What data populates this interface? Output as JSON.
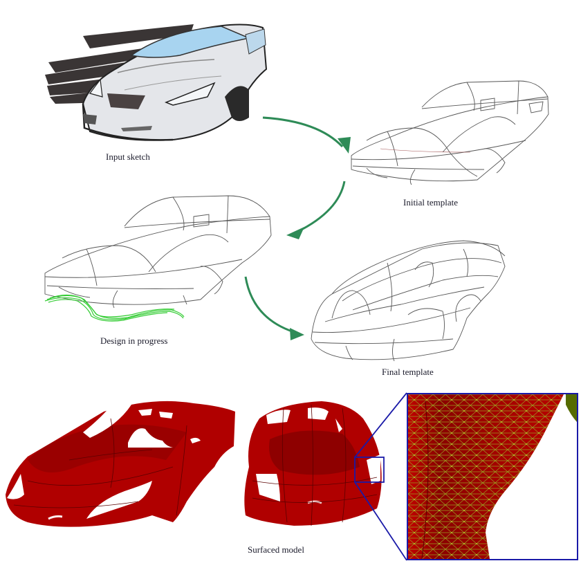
{
  "figure": {
    "captions": {
      "input_sketch": "Input sketch",
      "initial_template": "Initial template",
      "design_in_progress": "Design in progress",
      "final_template": "Final template",
      "surfaced_model": "Surfaced model"
    },
    "stages": [
      {
        "id": "input_sketch",
        "label": "Input sketch",
        "kind": "marker-rendered car sketch"
      },
      {
        "id": "initial_template",
        "label": "Initial template",
        "kind": "wireframe car template"
      },
      {
        "id": "design_in_progress",
        "label": "Design in progress",
        "kind": "wireframe with green stroke edits"
      },
      {
        "id": "final_template",
        "label": "Final template",
        "kind": "wireframe car template"
      },
      {
        "id": "surfaced_model",
        "label": "Surfaced model",
        "kind": "red surfaced 3D models with mesh zoom inset"
      }
    ],
    "arrows": [
      {
        "from": "input_sketch",
        "to": "initial_template"
      },
      {
        "from": "initial_template",
        "to": "design_in_progress"
      },
      {
        "from": "design_in_progress",
        "to": "final_template"
      }
    ],
    "colors": {
      "arrow": "#2e8b57",
      "wire": "#555555",
      "wire_accent": "#a05050",
      "edit_stroke": "#33cc33",
      "surface": "#b00000",
      "surface_dark": "#7a0000",
      "surface_light": "#d41010",
      "inset_border": "#1a1aa8",
      "mesh": "#9aa020",
      "windshield": "#a8d4f0",
      "sketch_shadow": "#3a3535"
    }
  }
}
